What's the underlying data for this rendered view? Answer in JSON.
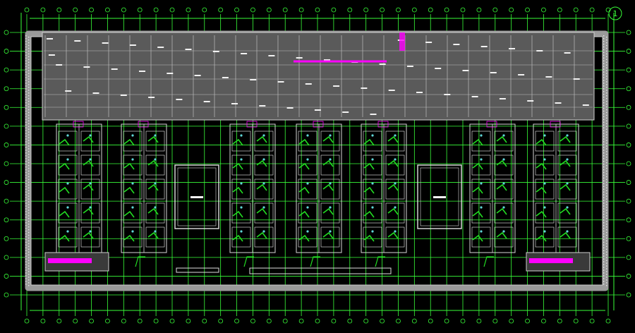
{
  "drawing": {
    "north_marker": "1",
    "colors": {
      "background": "#000000",
      "grid": "#39ff39",
      "walls": "#dcdcdc",
      "shell": "#9a9a9a",
      "annex_fill": "#5a5a5a",
      "accent_pink": "#ff00ff",
      "accent_green": "#22dd22",
      "accent_cyan": "#5fd7d7"
    },
    "grid_columns": 36,
    "grid_rows": 14,
    "rack_blocks": 7,
    "rack_cells_per_block": 5,
    "rooms": 2
  }
}
